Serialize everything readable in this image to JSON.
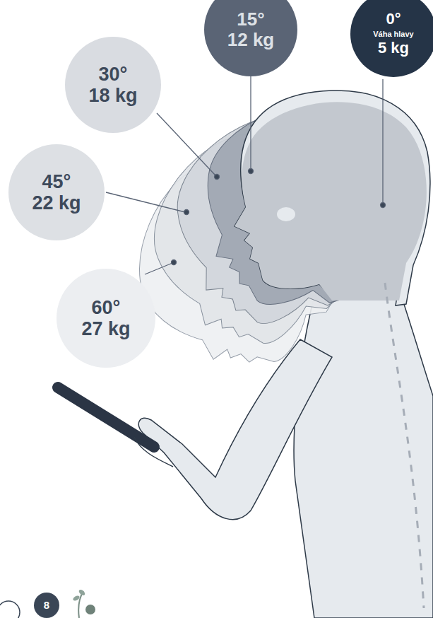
{
  "diagram": {
    "nodes": [
      {
        "text": [
          "15°",
          "12 kg"
        ]
      },
      {
        "text": [
          "0°",
          "Váha hlavy",
          "5 kg"
        ]
      },
      {
        "text": [
          "30°",
          "18 kg"
        ]
      },
      {
        "text": [
          "45°",
          "22 kg"
        ]
      },
      {
        "text": [
          "60°",
          "27 kg"
        ]
      },
      {
        "text": [
          "8"
        ]
      }
    ]
  }
}
